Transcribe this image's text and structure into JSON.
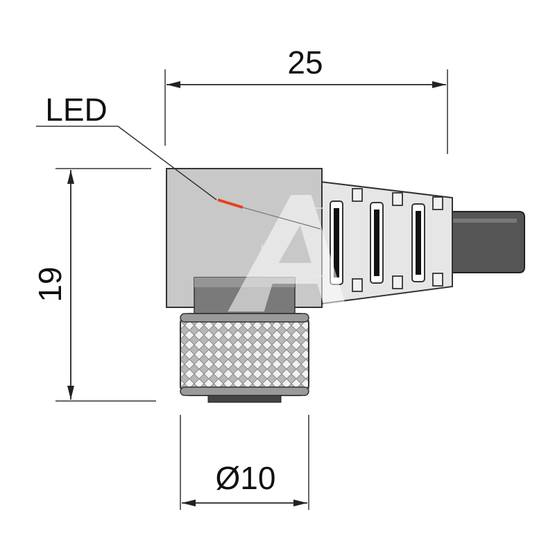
{
  "labels": {
    "width_dim": "25",
    "height_dim": "19",
    "diameter_dim": "Ø10",
    "led_label": "LED"
  },
  "colors": {
    "line": "#222222",
    "housing": "#c8c8c8",
    "grip": "#e6e6e6",
    "cable": "#555555",
    "led": "#e8401c",
    "nut": "#bdbdbd",
    "watermark": "#ffffff"
  },
  "icons": {
    "watermark": "triangle-a-logo-icon"
  }
}
